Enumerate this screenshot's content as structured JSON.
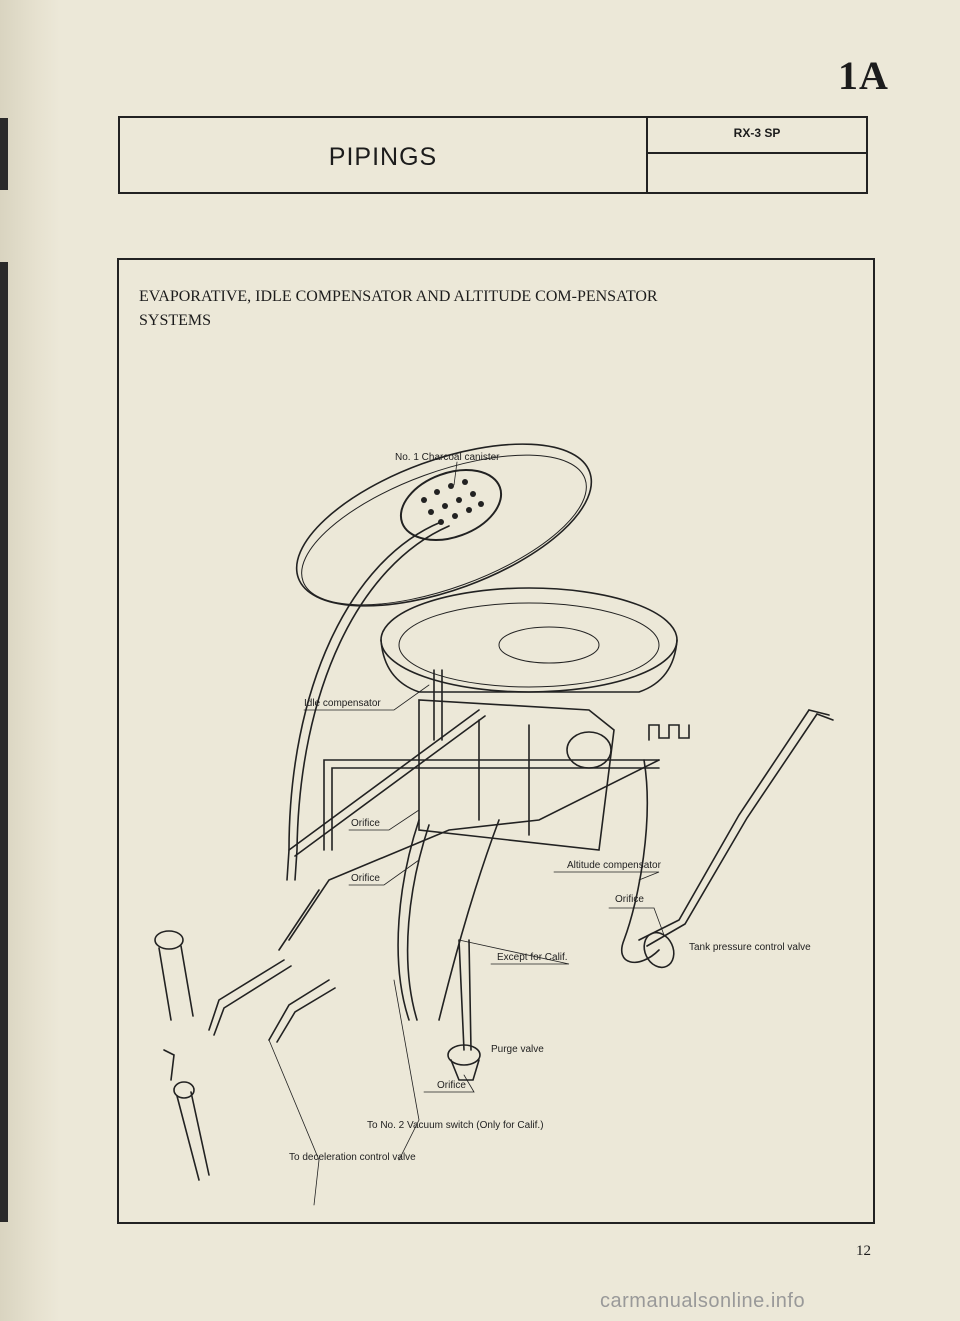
{
  "page_code": "1A",
  "header": {
    "title": "PIPINGS",
    "model": "RX-3 SP"
  },
  "section_heading": "EVAPORATIVE, IDLE COMPENSATOR AND ALTITUDE COM-PENSATOR SYSTEMS",
  "labels": {
    "charcoal_canister": "No. 1 Charcoal canister",
    "idle_compensator": "Idle compensator",
    "orifice_1": "Orifice",
    "orifice_2": "Orifice",
    "altitude_compensator": "Altitude compensator",
    "orifice_3": "Orifice",
    "tank_pressure_valve": "Tank pressure control valve",
    "except_calif": "Except for Calif.",
    "purge_valve": "Purge valve",
    "orifice_4": "Orifice",
    "vacuum_switch": "To No. 2 Vacuum switch (Only for Calif.)",
    "decel_valve": "To deceleration control valve"
  },
  "page_number": "12",
  "watermark": "carmanualsonline.info"
}
